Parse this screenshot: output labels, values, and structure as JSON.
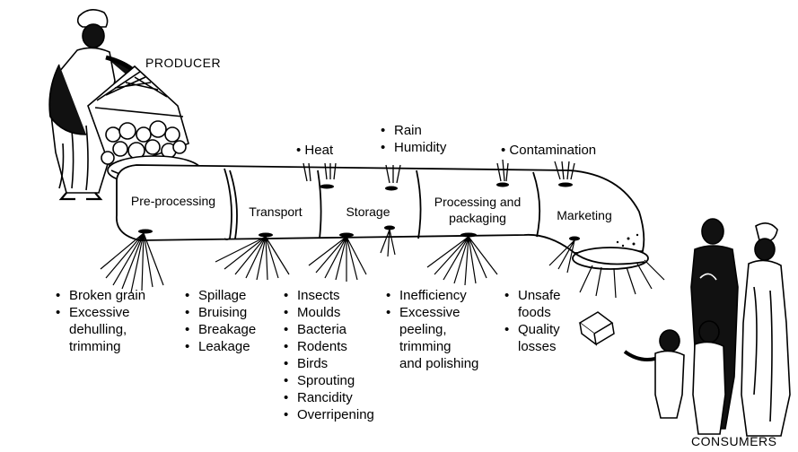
{
  "roles": {
    "producer": "PRODUCER",
    "consumers": "CONSUMERS"
  },
  "stages": [
    "Pre-processing",
    "Transport",
    "Storage",
    "Processing and packaging",
    "Marketing"
  ],
  "hazards_above": {
    "heat": "Heat",
    "storage": [
      "Rain",
      "Humidity"
    ],
    "marketing": "Contamination"
  },
  "losses_below": [
    {
      "id": "preprocessing",
      "items": [
        [
          "Broken grain"
        ],
        [
          "Excessive",
          "dehulling,",
          "trimming"
        ]
      ]
    },
    {
      "id": "transport",
      "items": [
        [
          "Spillage"
        ],
        [
          "Bruising"
        ],
        [
          "Breakage"
        ],
        [
          "Leakage"
        ]
      ]
    },
    {
      "id": "storage",
      "items": [
        [
          "Insects"
        ],
        [
          "Moulds"
        ],
        [
          "Bacteria"
        ],
        [
          "Rodents"
        ],
        [
          "Birds"
        ],
        [
          "Sprouting"
        ],
        [
          "Rancidity"
        ],
        [
          "Overripening"
        ]
      ]
    },
    {
      "id": "processing",
      "items": [
        [
          "Inefficiency"
        ],
        [
          "Excessive",
          "peeling,",
          "trimming",
          "and polishing"
        ]
      ]
    },
    {
      "id": "marketing",
      "items": [
        [
          "Unsafe",
          "foods"
        ],
        [
          "Quality",
          "losses"
        ]
      ]
    }
  ]
}
